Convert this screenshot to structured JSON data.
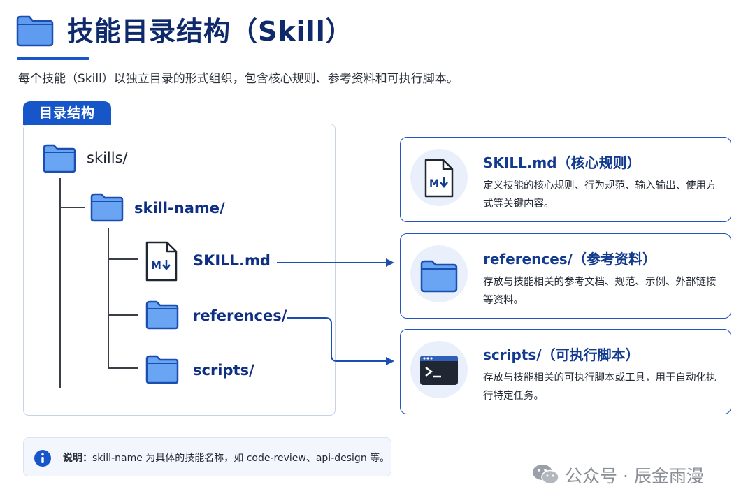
{
  "header": {
    "title": "技能目录结构（Skill）",
    "subtitle": "每个技能（Skill）以独立目录的形式组织，包含核心规则、参考资料和可执行脚本。"
  },
  "structure_panel": {
    "tag": "目录结构",
    "tree": {
      "root": "skills/",
      "child": "skill-name/",
      "items": [
        "SKILL.md",
        "references/",
        "scripts/"
      ]
    }
  },
  "cards": [
    {
      "title": "SKILL.md（核心规则）",
      "desc": "定义技能的核心规则、行为规范、输入输出、使用方式等关键内容。",
      "icon": "markdown-file-icon"
    },
    {
      "title": "references/（参考资料）",
      "desc": "存放与技能相关的参考文档、规范、示例、外部链接等资料。",
      "icon": "folder-icon"
    },
    {
      "title": "scripts/（可执行脚本）",
      "desc": "存放与技能相关的可执行脚本或工具，用于自动化执行特定任务。",
      "icon": "terminal-icon"
    }
  ],
  "note": {
    "label": "说明：",
    "text": "skill-name 为具体的技能名称，如 code-review、api-design 等。",
    "icon": "info-icon"
  },
  "watermark": {
    "text": "公众号 · 辰金雨漫",
    "icon": "wechat-icon"
  },
  "colors": {
    "primary": "#1656c8",
    "navy": "#0e2a6b",
    "folder_fill": "#6aa5f3",
    "folder_stroke": "#1a4fb0"
  }
}
